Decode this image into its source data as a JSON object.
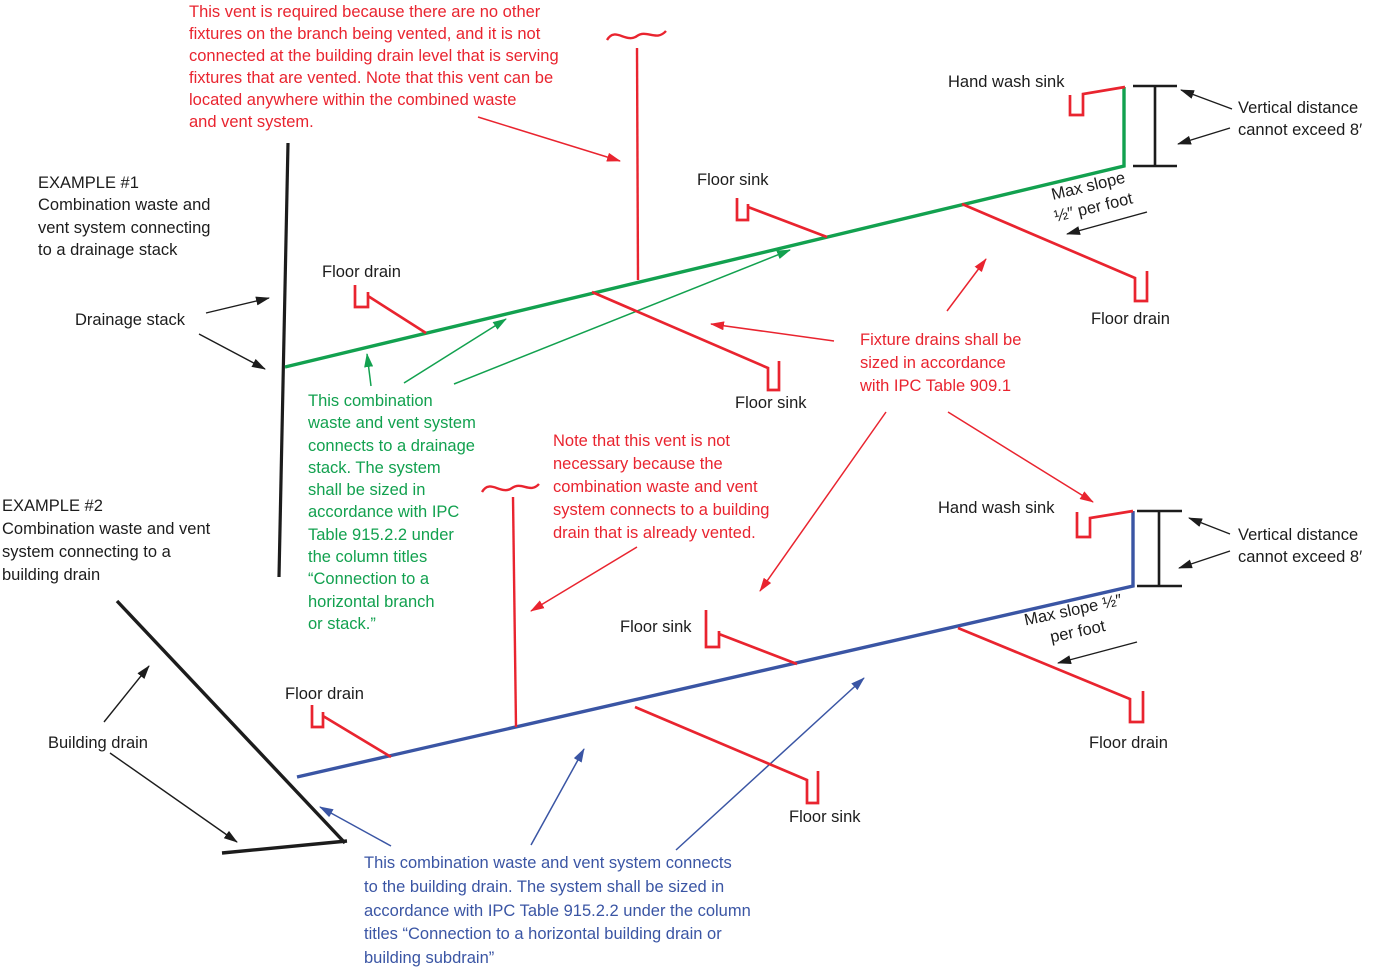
{
  "colors": {
    "red": "#e9242f",
    "green": "#12a14f",
    "blue": "#3a55a4",
    "black": "#1c1c1c"
  },
  "example1": {
    "title": "EXAMPLE #1\nCombination waste and\nvent system connecting\nto a drainage stack",
    "drainage_stack_label": "Drainage stack",
    "vent_note": "This vent is required because there are no other\nfixtures on the branch being vented, and it is not\nconnected at the building drain level that is serving\nfixtures that are vented. Note that this vent can be\nlocated anywhere within the combined waste\nand vent system.",
    "sizing_note": "This combination\nwaste and vent system\nconnects to a drainage\nstack. The system\nshall be sized in\naccordance with IPC\nTable 915.2.2 under\nthe column titles\n“Connection to a\nhorizontal branch\nor stack.”",
    "labels": {
      "floor_drain_left": "Floor drain",
      "floor_sink_top": "Floor sink",
      "floor_sink_bottom": "Floor sink",
      "floor_drain_right": "Floor drain",
      "hand_wash_sink": "Hand wash sink"
    },
    "vertical_distance": "Vertical distance\ncannot exceed 8′",
    "max_slope": "Max slope\n½″ per foot"
  },
  "example2": {
    "title": "EXAMPLE #2\nCombination waste and vent\nsystem connecting to a\nbuilding drain",
    "building_drain_label": "Building drain",
    "vent_note": "Note that this vent is not\nnecessary because the\ncombination waste and vent\nsystem connects to a building\ndrain that is already vented.",
    "sizing_note": "This combination waste and vent system connects\nto the building drain. The system shall be sized in\naccordance with IPC Table 915.2.2 under the column\ntitles “Connection to a horizontal building drain or\nbuilding subdrain”",
    "labels": {
      "floor_drain_left": "Floor drain",
      "floor_sink_top": "Floor sink",
      "floor_sink_bottom": "Floor sink",
      "floor_drain_right": "Floor drain",
      "hand_wash_sink": "Hand wash sink"
    },
    "vertical_distance": "Vertical distance\ncannot exceed 8′",
    "max_slope": "Max slope ½″\nper foot"
  },
  "shared": {
    "fixture_drains_note": "Fixture drains shall be\nsized in accordance\nwith IPC Table 909.1"
  }
}
